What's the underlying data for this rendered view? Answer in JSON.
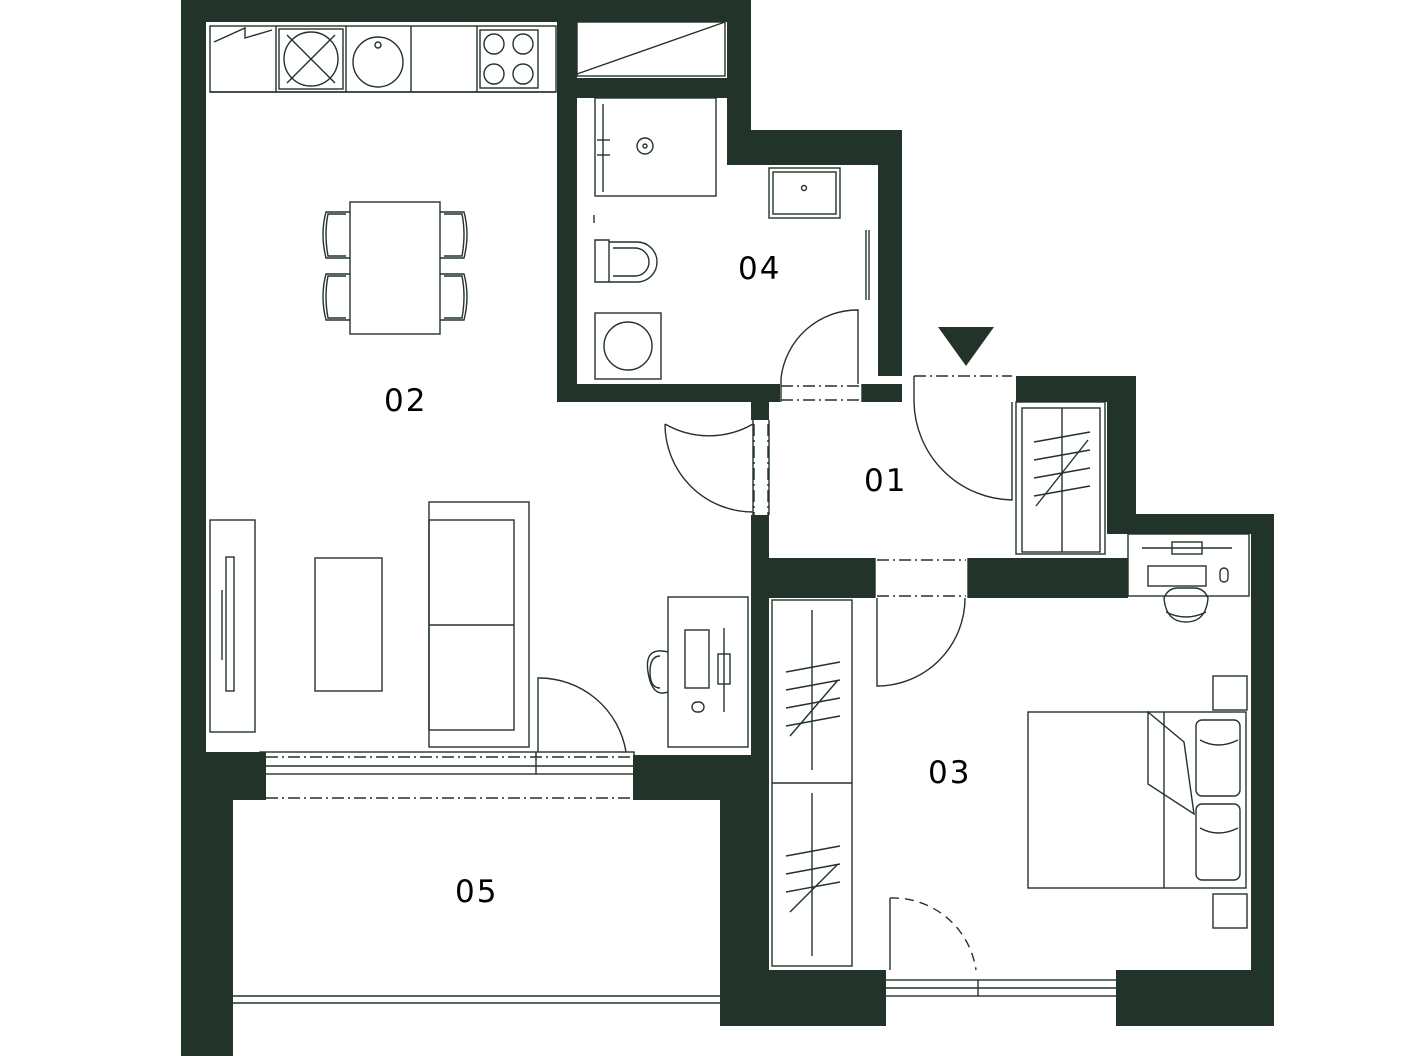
{
  "colors": {
    "wall": "#223429",
    "line": "#223429",
    "background": "#ffffff",
    "text": "#000000"
  },
  "rooms": [
    {
      "id": "01",
      "label": "01"
    },
    {
      "id": "02",
      "label": "02"
    },
    {
      "id": "03",
      "label": "03"
    },
    {
      "id": "04",
      "label": "04"
    },
    {
      "id": "05",
      "label": "05"
    }
  ],
  "entrance_marker": "triangle-down-icon"
}
